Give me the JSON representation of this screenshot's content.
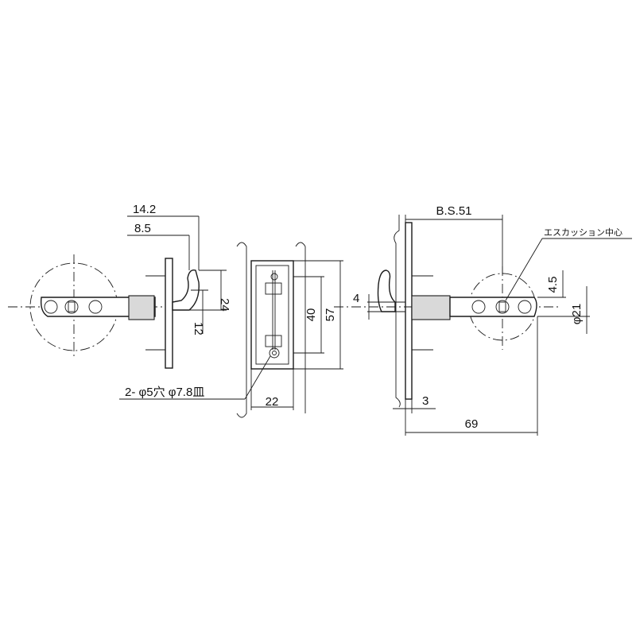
{
  "dimensions": {
    "d_14_2": "14.2",
    "d_8_5": "8.5",
    "d_24": "24",
    "d_12": "12",
    "d_40": "40",
    "d_57": "57",
    "d_22": "22",
    "d_bs51": "B.S.51",
    "d_4": "4",
    "d_4_5": "4.5",
    "d_phi21": "φ21",
    "d_3": "3",
    "d_69": "69"
  },
  "notes": {
    "hole_spec": "2- φ5穴 φ7.8皿",
    "escutcheon_center": "エスカッション中心"
  },
  "colors": {
    "line": "#1a1a1a",
    "fill_shade": "#d9d9d9",
    "background": "#ffffff"
  }
}
